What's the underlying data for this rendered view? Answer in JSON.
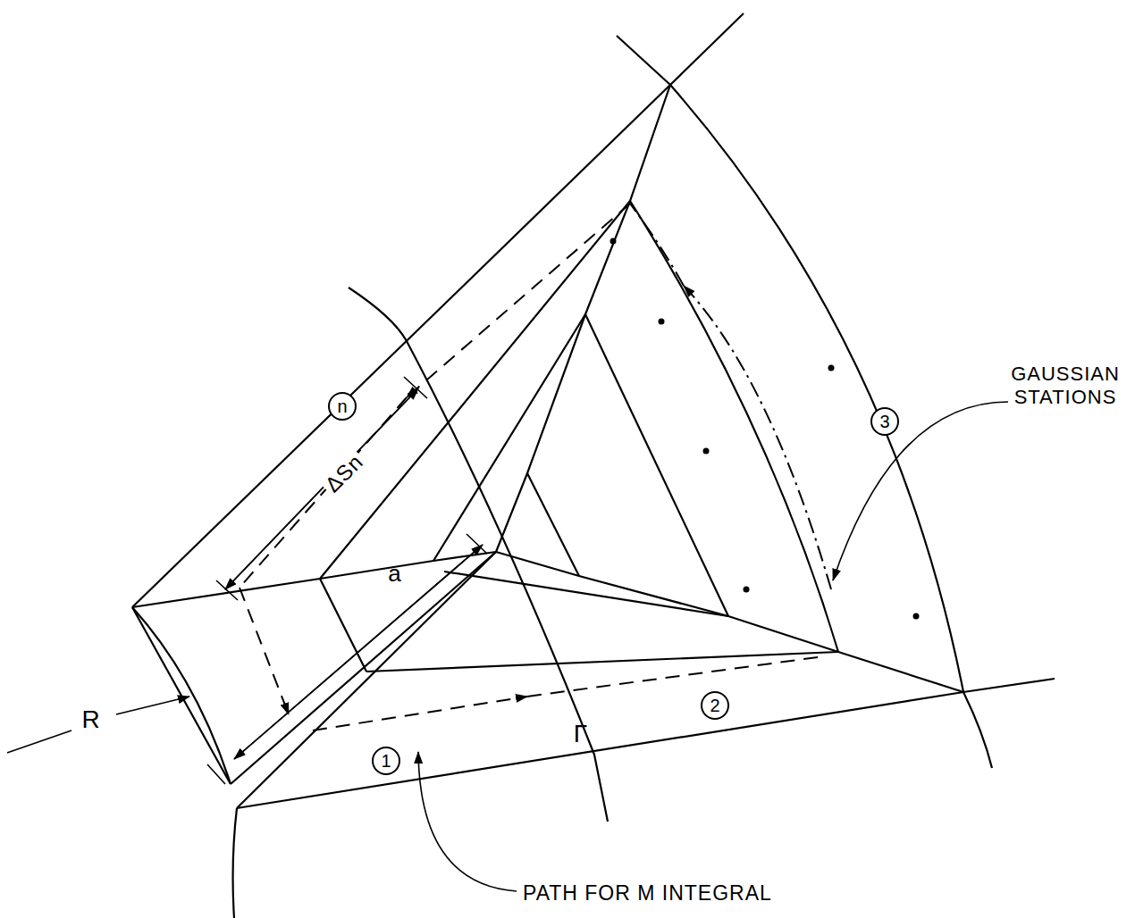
{
  "diagram": {
    "nodes": [
      {
        "text": [
          "n"
        ]
      },
      {
        "text": [
          "1"
        ]
      },
      {
        "text": [
          "2"
        ]
      },
      {
        "text": [
          "3"
        ]
      }
    ],
    "labels": [
      "R",
      "a",
      "ΔSn",
      "Γ",
      "GAUSSIAN STATIONS",
      "PATH FOR M INTEGRAL"
    ]
  }
}
